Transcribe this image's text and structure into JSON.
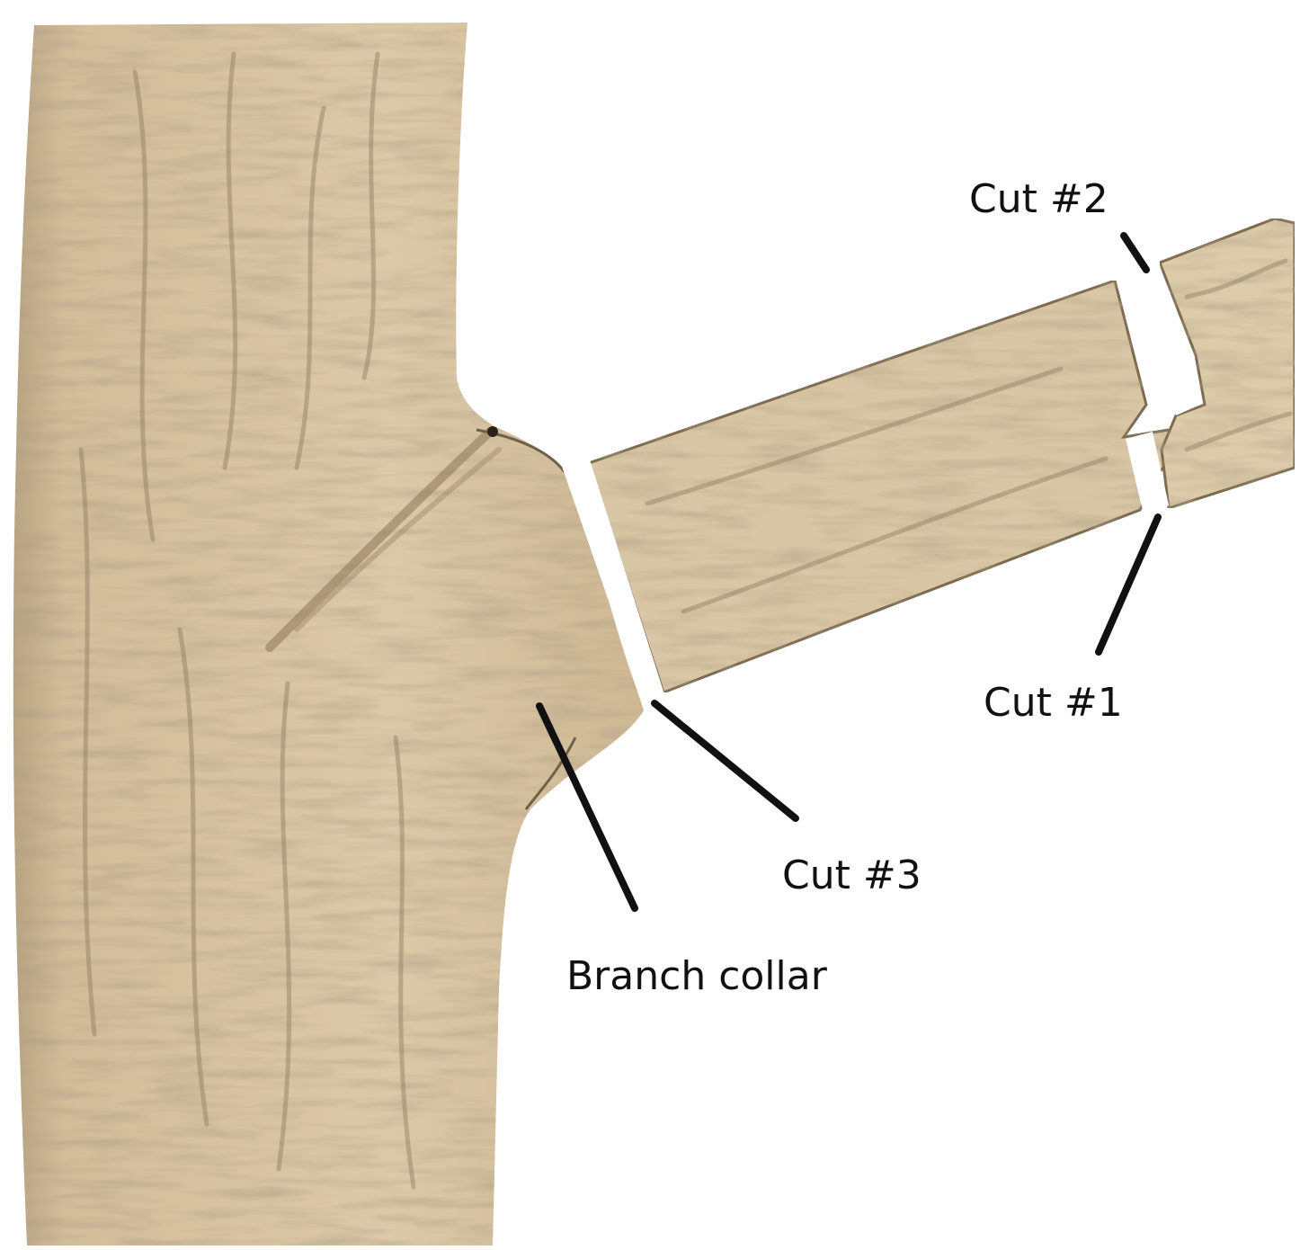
{
  "labels": {
    "cut2": "Cut #2",
    "cut1": "Cut #1",
    "cut3": "Cut #3",
    "branch_collar": "Branch collar"
  },
  "colors": {
    "wood": "#d8c4a3",
    "wood_dark": "#b9a07b",
    "wood_edge": "#8b7a5f",
    "cut_gap": "#ffffff",
    "ink": "#111111",
    "background": "#ffffff"
  }
}
